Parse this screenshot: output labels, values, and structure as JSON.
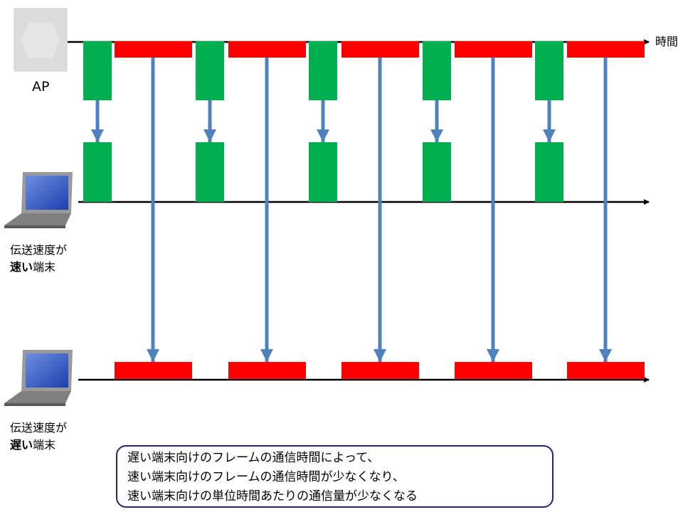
{
  "labels": {
    "time_axis": "時間",
    "ap": "AP",
    "fast_terminal": {
      "line1": "伝送速度が",
      "line2_bold": "速い",
      "line2_rest": "端末"
    },
    "slow_terminal": {
      "line1": "伝送速度が",
      "line2_bold": "遅い",
      "line2_rest": "端末"
    }
  },
  "note": {
    "lines": [
      "遅い端末向けのフレームの通信時間によって、",
      "速い端末向けのフレームの通信時間が少なくなり、",
      "速い端末向けの単位時間あたりの通信量が少なくなる"
    ]
  },
  "colors": {
    "fast_frame": "#00b050",
    "slow_frame": "#ff0000",
    "arrow": "#4f81bd",
    "axis": "#000000",
    "note_border": "#1f2d5a"
  },
  "frame_cycles": 5
}
